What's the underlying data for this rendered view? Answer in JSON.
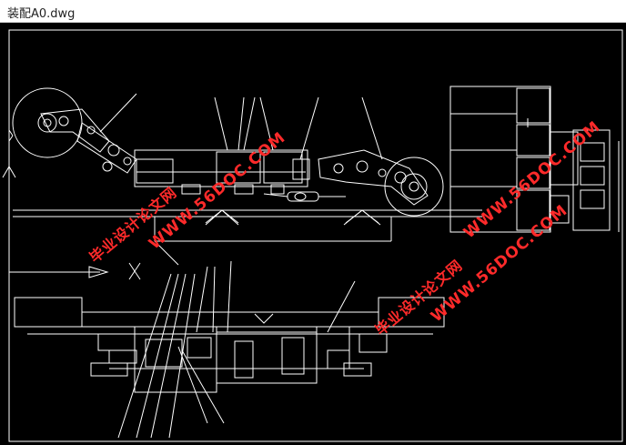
{
  "window": {
    "title": "装配A0.dwg"
  },
  "watermarks": [
    {
      "id": "wm1-url",
      "text": "WWW.56DOC.COM"
    },
    {
      "id": "wm1-cn",
      "text": "毕业设计论文网"
    },
    {
      "id": "wm2-url",
      "text": "WWW.56DOC.COM"
    },
    {
      "id": "wm2-cn",
      "text": "毕业设计论文网"
    },
    {
      "id": "wm3-url",
      "text": "WWW.56DOC.COM"
    }
  ],
  "colors": {
    "background": "#000000",
    "lines": "#ffffff",
    "watermark": "#ff2a2a"
  }
}
